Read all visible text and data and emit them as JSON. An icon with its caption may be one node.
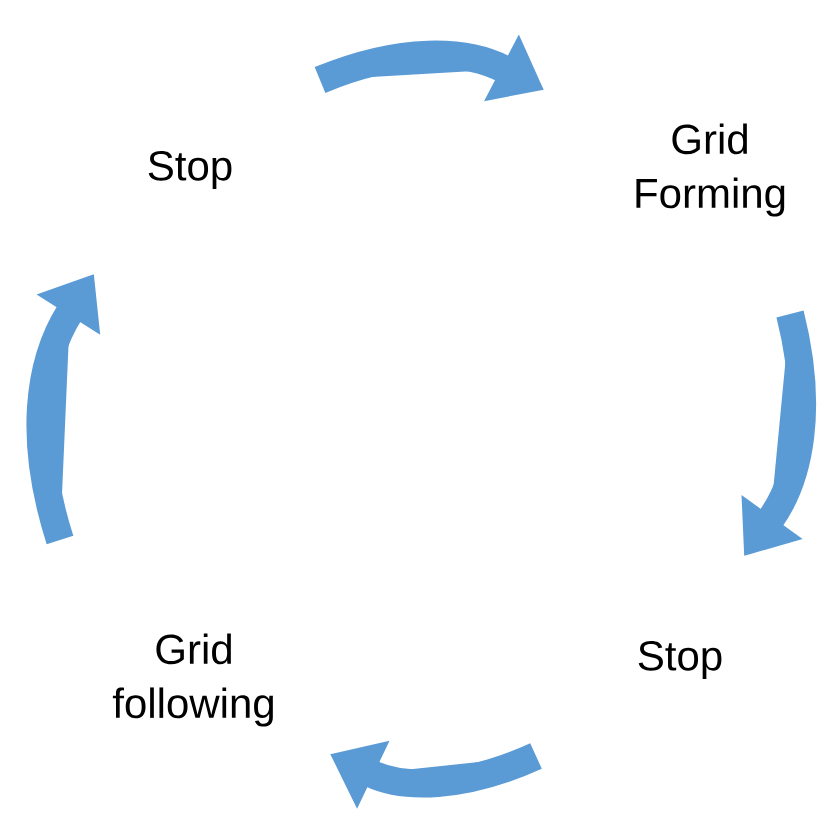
{
  "diagram": {
    "nodes": [
      {
        "text": [
          "Stop"
        ]
      },
      {
        "text": [
          "Grid Forming"
        ]
      },
      {
        "text": [
          "Stop"
        ]
      },
      {
        "text": [
          "Grid following"
        ]
      }
    ],
    "edges": [
      {
        "from": 0,
        "to": 1,
        "arrow": "to"
      },
      {
        "from": 1,
        "to": 2,
        "arrow": "to"
      },
      {
        "from": 2,
        "to": 3,
        "arrow": "to"
      },
      {
        "from": 3,
        "to": 0,
        "arrow": "to"
      }
    ]
  }
}
